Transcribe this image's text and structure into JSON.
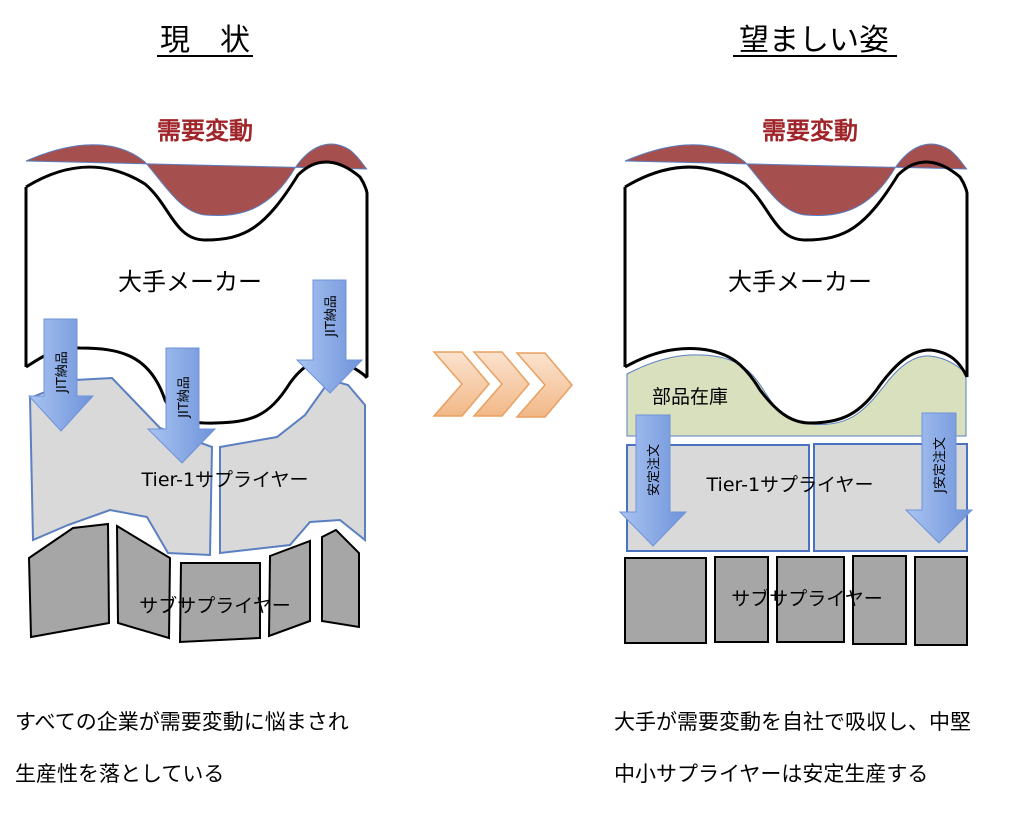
{
  "left": {
    "title": "現　状",
    "demand_label": "需要変動",
    "maker_label": "大手メーカー",
    "tier1_label": "Tier-1サプライヤー",
    "sub_label": "サブサプライヤー",
    "arrow_label": "JIT納品",
    "arrows": [
      "JIT納品",
      "JIT納品",
      "JIT納品"
    ],
    "caption_line1": "すべての企業が需要変動に悩まされ",
    "caption_line2": "生産性を落としている"
  },
  "right": {
    "title": "望ましい姿",
    "demand_label": "需要変動",
    "maker_label": "大手メーカー",
    "inventory_label": "部品在庫",
    "tier1_label": "Tier-1サプライヤー",
    "sub_label": "サブサプライヤー",
    "arrows": [
      "安定注文",
      "J安定注文"
    ],
    "caption_line1": "大手が需要変動を自社で吸収し、中堅",
    "caption_line2": "中小サプライヤーは安定生産する"
  },
  "colors": {
    "demand_fill": "#a5504f",
    "demand_text": "#a0252a",
    "tier1_fill": "#d9d9d9",
    "tier1_stroke": "#5b7fc0",
    "sub_fill": "#a6a6a6",
    "inventory_fill": "#d8e0bd",
    "arrow_fill": "#8eb0e8",
    "chevron_fill": "#f5c9a1"
  }
}
